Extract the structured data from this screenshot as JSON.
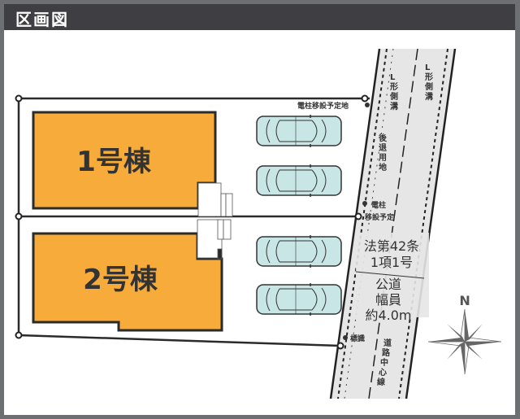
{
  "header": {
    "title": "区画図"
  },
  "buildings": [
    {
      "id": "1",
      "label": "1号棟",
      "color": "#f6ab3a"
    },
    {
      "id": "2",
      "label": "2号棟",
      "color": "#f6ab3a"
    }
  ],
  "annotations": {
    "utility_pole_site": "電柱移設予定地",
    "setback_land": [
      "後",
      "退",
      "用",
      "地"
    ],
    "pole_relocation_1": "電柱",
    "pole_relocation_2": "移設予定",
    "l_gutter_left": [
      "L",
      "形",
      "側",
      "溝"
    ],
    "l_gutter_right": [
      "L",
      "形",
      "側",
      "溝"
    ],
    "boundary_marker": "標識",
    "road_centerline": [
      "道",
      "路",
      "中",
      "心",
      "線"
    ],
    "road_law_line1": "法第42条",
    "road_law_line2": "1項1号",
    "road_type_line1": "公道",
    "road_type_line2": "幅員",
    "road_type_line3": "約4.0m"
  },
  "compass": {
    "label": "N"
  },
  "colors": {
    "building": "#f6ab3a",
    "car": "#c8e6e6",
    "road": "#e8e8e8",
    "header": "#3f3f43",
    "line": "#2b2b2b"
  },
  "parking": {
    "count": 4
  }
}
